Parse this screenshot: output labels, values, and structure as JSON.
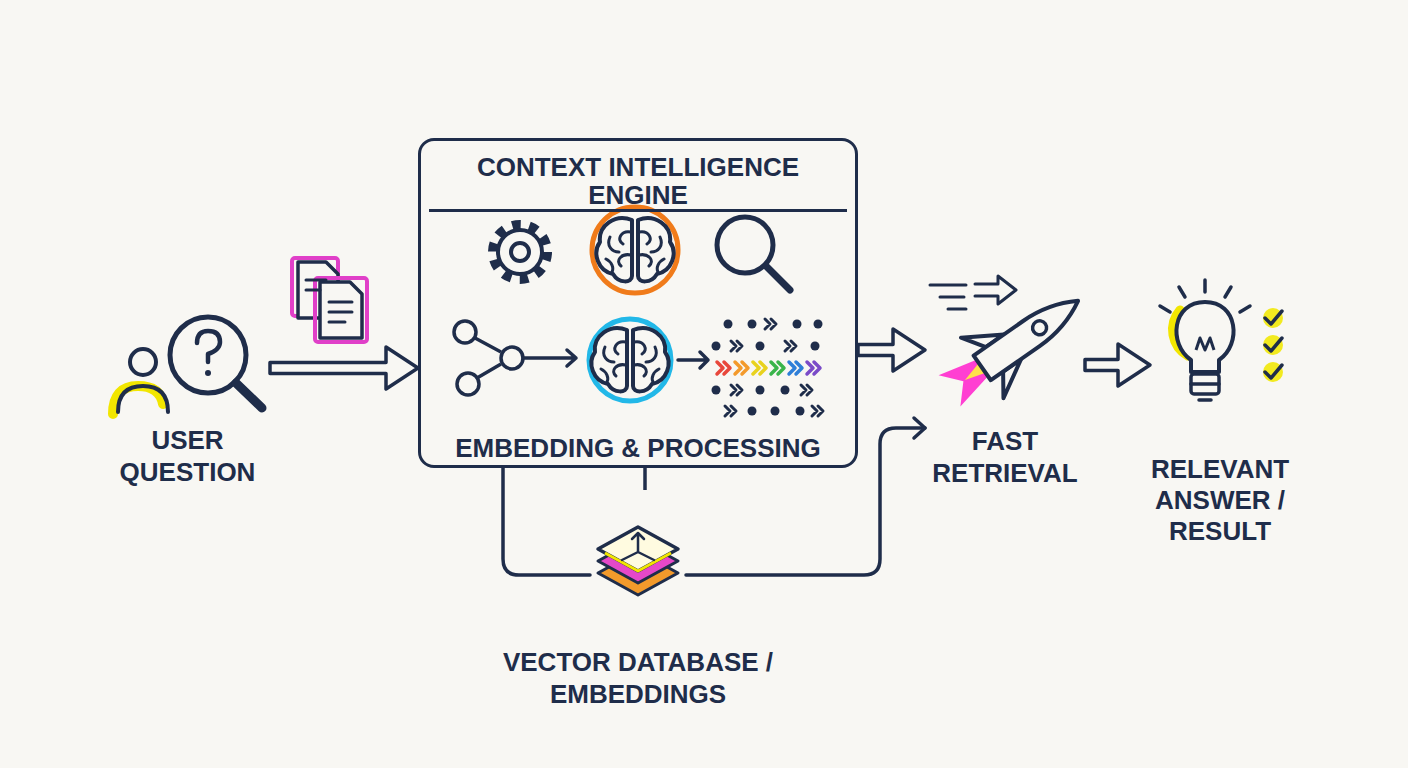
{
  "diagram": {
    "nodes": [
      {
        "text": [
          "USER QUESTION"
        ]
      },
      {
        "text": [
          "CONTEXT INTELLIGENCE ENGINE",
          "EMBEDDING & PROCESSING"
        ]
      },
      {
        "text": [
          "VECTOR DATABASE / EMBEDDINGS"
        ]
      },
      {
        "text": [
          "FAST RETRIEVAL"
        ]
      },
      {
        "text": [
          "RELEVANT ANSWER / RESULT"
        ]
      }
    ],
    "edges": [
      {
        "from": 0,
        "to": 1,
        "arrow": "to"
      },
      {
        "from": 1,
        "to": 3,
        "arrow": "to"
      },
      {
        "from": 1,
        "to": 2,
        "arrow": "none"
      },
      {
        "from": 2,
        "to": 3,
        "arrow": "to"
      },
      {
        "from": 3,
        "to": 4,
        "arrow": "to"
      }
    ]
  }
}
